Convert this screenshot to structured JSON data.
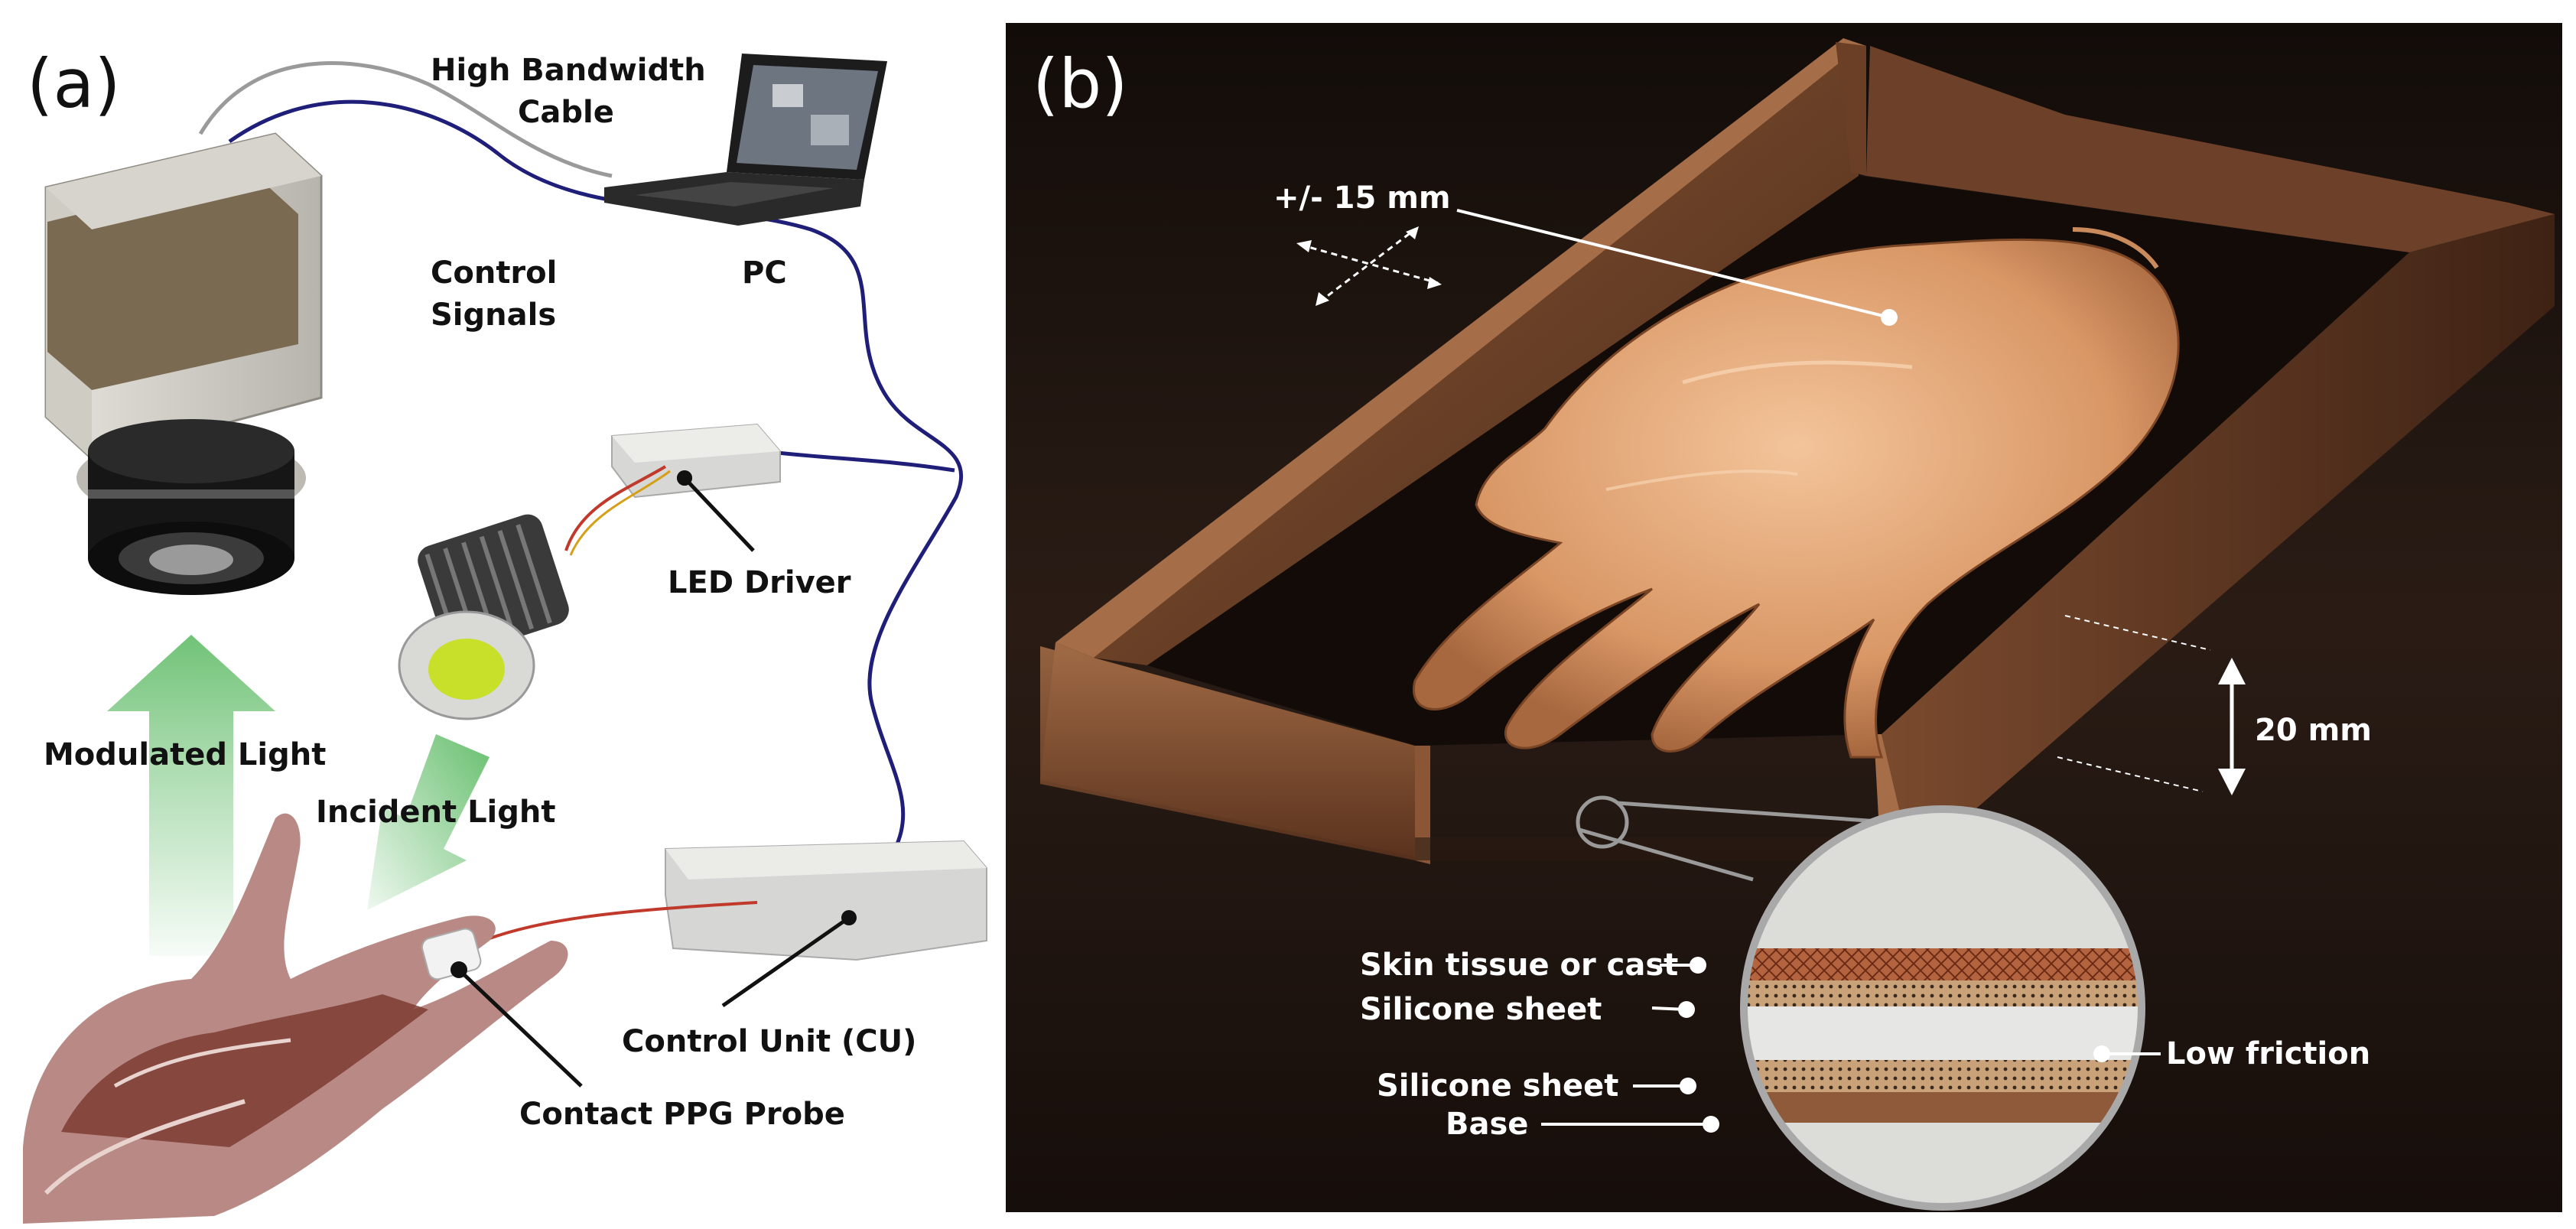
{
  "panel_a": {
    "label": "(a)",
    "high_bandwidth_1": "High Bandwidth",
    "high_bandwidth_2": "Cable",
    "pc": "PC",
    "control_signals_1": "Control",
    "control_signals_2": "Signals",
    "led_driver": "LED Driver",
    "modulated_light": "Modulated Light",
    "incident_light": "Incident Light",
    "control_unit": "Control Unit (CU)",
    "contact_ppg_probe": "Contact PPG Probe"
  },
  "panel_b": {
    "label": "(b)",
    "displacement": "+/- 15 mm",
    "height": "20 mm",
    "skin_tissue": "Skin tissue or cast",
    "silicone_sheet_top": "Silicone sheet",
    "silicone_sheet_bottom": "Silicone sheet",
    "base": "Base",
    "low_friction": "Low friction"
  },
  "colors": {
    "cable_blue": "#1f1f7a",
    "cable_gray": "#9a9a9a",
    "panel_b_bg": "#1e1410",
    "tray_wood": "#6b3e24",
    "skin": "#e2a878",
    "light_green": "#57b85f",
    "led_yellow": "#c8e02a"
  }
}
